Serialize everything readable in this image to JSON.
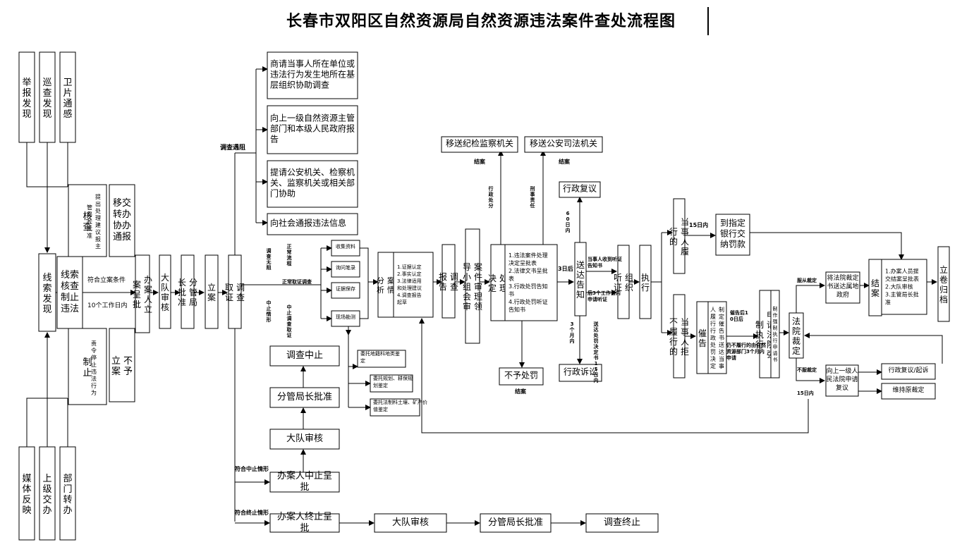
{
  "title": "长春市双阳区自然资源局自然资源违法案件查处流程图",
  "sources": {
    "report": "举报发现",
    "patrol": "巡查发现",
    "satellite": "卫片通感",
    "media": "媒体反映",
    "superior": "上级交办",
    "department": "部门转办"
  },
  "clue_discovery": "线索发现",
  "verify": "核查",
  "verify_opinion": "提出处理建议报主管局长批准",
  "transfer": "移交转办协办通报",
  "clue_verify_stop": "线索核查制止违法",
  "stop": "制止",
  "stop_detail": "责令停止违法行为",
  "no_case": "不予立案",
  "meets_condition": "符合立案条件",
  "within_10_days": "10个工作日内",
  "case_handler_submit": "办案人立案呈批",
  "brigade_review": "大队审核",
  "deputy_director_approve": "分管局长批准",
  "file_case": "立案",
  "investigate": "调查取证",
  "survey_difficulty": "调查遇阻",
  "assist_boxes": {
    "local_org": "商请当事人所在单位或违法行为发生地所在基层组织协助调查",
    "report_up": "向上一级自然资源主管部门和本级人民政府报告",
    "request_police": "提请公安机关、检察机关、监察机关或相关部门协助",
    "notify_public": "向社会通报违法信息"
  },
  "conditions": {
    "no_obstruction": "调查无阻",
    "normal_flow": "正常流程",
    "need_suspend": "中止情形",
    "need_terminate": "终止情形",
    "normal_investigation": "正常取证调查",
    "abnormal_investigation": "中止调查取证"
  },
  "evidence_methods": {
    "collect": "收集资料",
    "inquiry": "询问笔录",
    "preserve": "证据保存",
    "site": "现场勘测"
  },
  "entrust": {
    "land_use": "委托地籍科地类鉴定",
    "planning": "委托规划、耕保规划鉴定",
    "law_value": "委托法制科土壤、矿产价值鉴定"
  },
  "case_analysis": "案情分析",
  "analysis_items": [
    "1.证据认定",
    "2.事实认定",
    "3.法律适用和处理建议",
    "4.调查报告起草"
  ],
  "survey_report": "调查报告",
  "review_group": "案件审理领导小组会审",
  "decision": "处理决定",
  "decision_items": [
    "1.违法案件处理决定呈批表",
    "2.法律文书呈批表",
    "3.行政处罚告知书",
    "4.行政处罚听证告知书"
  ],
  "transfer_discipline": "移送纪检监察机关",
  "transfer_police": "移送公安司法机关",
  "close_case": "结案",
  "admin_sanction": "行政处分",
  "criminal_liability": "刑事责任",
  "no_penalty": "不予处罚",
  "notice_delivery": "送达告知",
  "three_days": "3日后",
  "sixty_days": "60日内",
  "three_months": "3个月内",
  "hearing_notice_request": "当事人收到听证告知书",
  "within_3_workdays_hearing": "后3个工作日内申请听证",
  "after_decision_15days": "送达处罚决定书15日内",
  "admin_review": "行政复议",
  "admin_litigation": "行政诉讼",
  "organize_hearing": "组织听证",
  "execute": "执行",
  "party_comply": "当事人履行的",
  "party_refuse": "当事人拒不履行的",
  "within_15_days": "15日内",
  "pay_bank": "到指定银行交纳罚款",
  "urge": "催告",
  "urge_detail": "制定催告书送达当事人履行行政处罚决定",
  "after_10_days": "催告后10日后",
  "apply_court_within": "仍不履行的由自然资源部门3个月内申请",
  "apply_enforcement": "申请法院强制执行",
  "apply_detail": "制作强制执行申请书",
  "court_ruling": "法院裁定",
  "comply_ruling": "服从裁定",
  "court_transfer": "将法院裁定书送达属地政府",
  "disagree_ruling": "不服裁定",
  "appeal_court": "向上一级人民法院申请复议",
  "review_lawsuit": "行政复议/起诉",
  "maintain_ruling": "维持原裁定",
  "close_label": "结案",
  "close_items": [
    "1.办案人员提交结案呈批表",
    "2.大队审核",
    "3.主管局长批准"
  ],
  "archive": "立卷归档",
  "suspend_chain": {
    "suspend": "调查中止",
    "approve": "分管局长批准",
    "review": "大队审核",
    "submit": "办案人中止呈批",
    "condition": "符合中止情形"
  },
  "terminate_chain": {
    "submit": "办案人终止呈批",
    "review": "大队审核",
    "approve": "分管局长批准",
    "end": "调查终止",
    "condition": "符合终止情形"
  }
}
